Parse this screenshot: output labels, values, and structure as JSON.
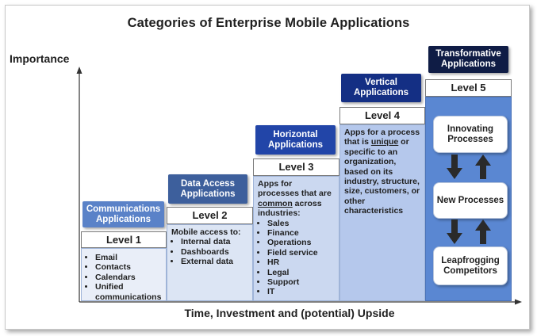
{
  "title": "Categories of Enterprise Mobile Applications",
  "y_axis_label": "Importance",
  "x_axis_label": "Time, Investment and (potential) Upside",
  "levels": [
    {
      "category": "Communications Applications",
      "category_color": "#5a82c8",
      "level": "Level 1",
      "intro": "",
      "items": [
        "Email",
        "Contacts",
        "Calendars",
        "Unified communications"
      ]
    },
    {
      "category": "Data Access Applications",
      "category_color": "#3d5f9c",
      "level": "Level 2",
      "intro": "Mobile access to:",
      "items": [
        "Internal data",
        "Dashboards",
        "External data"
      ]
    },
    {
      "category": "Horizontal Applications",
      "category_color": "#2245a8",
      "level": "Level 3",
      "intro_before": "Apps for processes that are ",
      "intro_emph": "common",
      "intro_after": " across industries:",
      "items": [
        "Sales",
        "Finance",
        "Operations",
        "Field service",
        "HR",
        "Legal",
        "Support",
        "IT"
      ]
    },
    {
      "category": "Vertical Applications",
      "category_color": "#142f84",
      "level": "Level 4",
      "intro_before": "Apps for a process that is ",
      "intro_emph": "unique",
      "intro_after": " or specific to an organization, based on its industry, structure, size, customers, or other characteristics",
      "items": []
    },
    {
      "category": "Transformative Applications",
      "category_color": "#0f1c45",
      "level": "Level 5",
      "processes": [
        "Innovating Processes",
        "New Processes",
        "Leapfrogging Competitors"
      ]
    }
  ],
  "icons": [
    "arrow-down-icon",
    "arrow-up-icon"
  ]
}
